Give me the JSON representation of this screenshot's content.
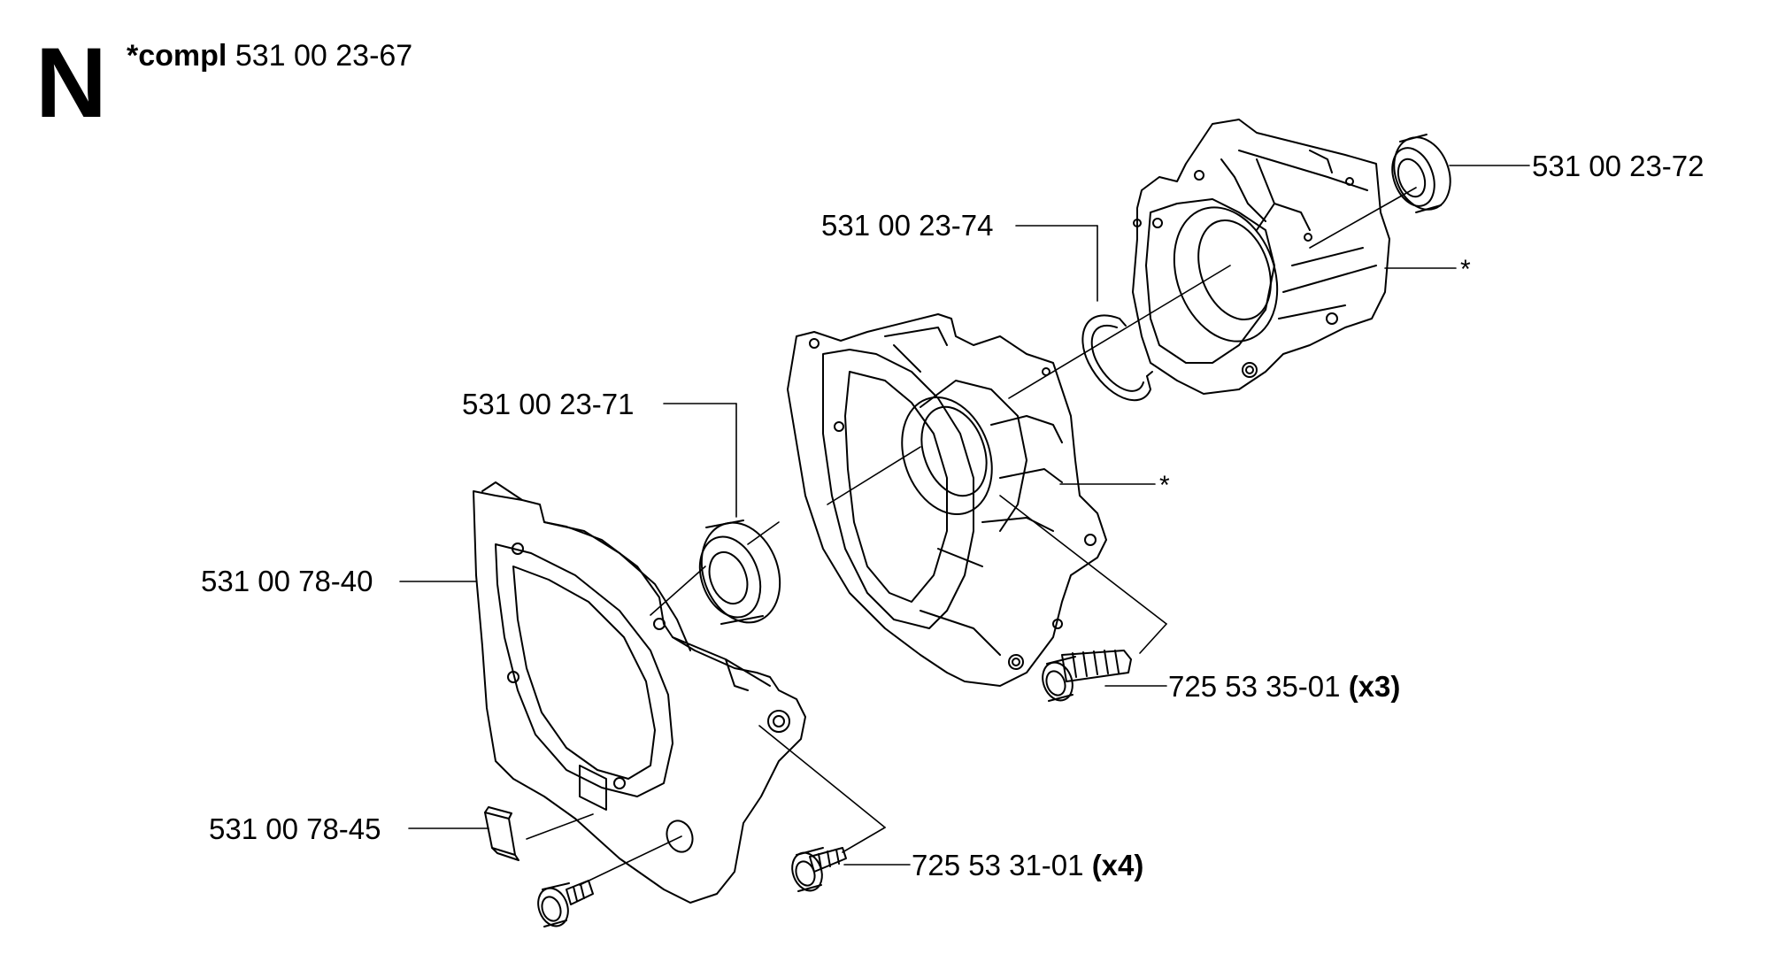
{
  "header": {
    "section_letter": "N",
    "compl_prefix": "*compl",
    "compl_number": "531 00 23-67"
  },
  "callouts": {
    "bearing_right": "531 00 23-72",
    "circlip": "531 00 23-74",
    "crankcase_right_star": "*",
    "seal_left": "531 00 23-71",
    "crankcase_left_star": "*",
    "cover": "531 00 78-40",
    "screw_crankcase": "725 53 35-01",
    "screw_crankcase_qty": "(x3)",
    "plate": "531 00 78-45",
    "screw_cover": "725 53 31-01",
    "screw_cover_qty": "(x4)"
  },
  "colors": {
    "line": "#000000",
    "background": "#ffffff"
  }
}
